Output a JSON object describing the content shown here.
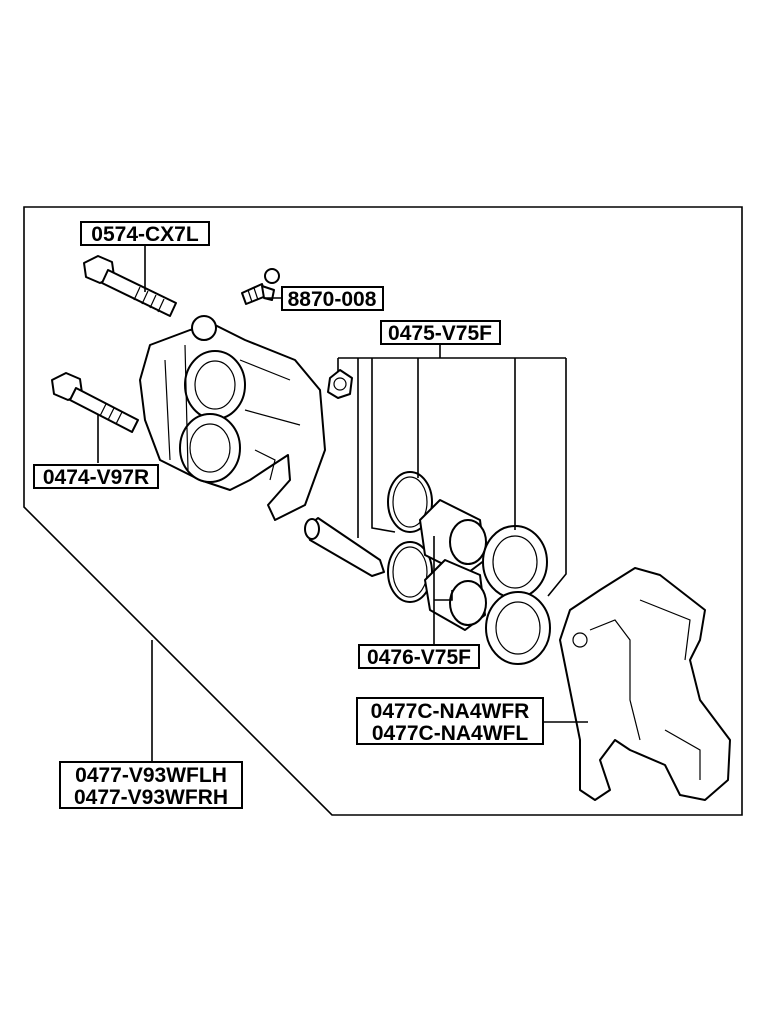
{
  "labels": {
    "bolt_upper": "0574-CX7L",
    "bleeder": "8870-008",
    "seal_kit": "0475-V75F",
    "bolt_lower": "0474-V97R",
    "piston": "0476-V75F",
    "bracket_line1": "0477C-NA4WFR",
    "bracket_line2": "0477C-NA4WFL",
    "assembly_line1": "0477-V93WFLH",
    "assembly_line2": "0477-V93WFRH"
  }
}
